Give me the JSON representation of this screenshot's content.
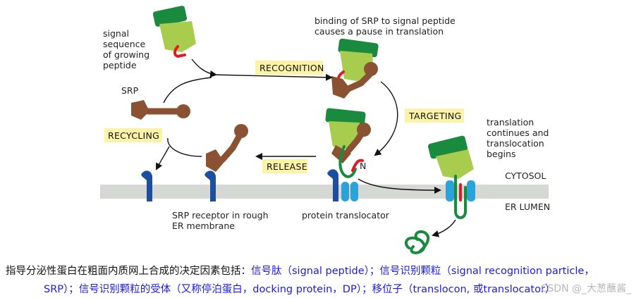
{
  "labels": {
    "signal_sequence": [
      "signal",
      "sequence",
      "of growing",
      "peptide"
    ],
    "srp": "SRP",
    "binding_note": [
      "binding of SRP to signal peptide",
      "causes a pause in translation"
    ],
    "translation_continues": [
      "translation",
      "continues and",
      "translocation",
      "begins"
    ],
    "cytosol": "CYTOSOL",
    "er_lumen": "ER LUMEN",
    "srp_receptor": [
      "SRP receptor in rough",
      "ER membrane"
    ],
    "protein_translocator": "protein translocator",
    "n_terminus": "N"
  },
  "steps": {
    "recognition": "RECOGNITION",
    "targeting": "TARGETING",
    "release": "RELEASE",
    "recycling": "RECYCLING"
  },
  "caption": {
    "line1_prefix": "指导分泌性蛋白在粗面内质网上合成的决定因素包括：",
    "line1_blue": "信号肽（signal peptide）；信号识别颗粒（signal recognition particle，",
    "line2_blue": "SRP）；信号识别颗粒的受体（又称停泊蛋白，docking protein，DP）；移位子（translocon, 或translocator）"
  },
  "watermark": "CSDN @_大葱蘸酱_",
  "colors": {
    "ribosome_large": "#1a8a3f",
    "ribosome_small": "#a8cc4e",
    "srp": "#8a5233",
    "receptor": "#1d4fa0",
    "translocator": "#2aa3d8",
    "signal_peptide": "#e01b24",
    "membrane": "#d6d8d6",
    "step_box": "#fdf3a6",
    "caption_blue": "#1a1ae6"
  }
}
